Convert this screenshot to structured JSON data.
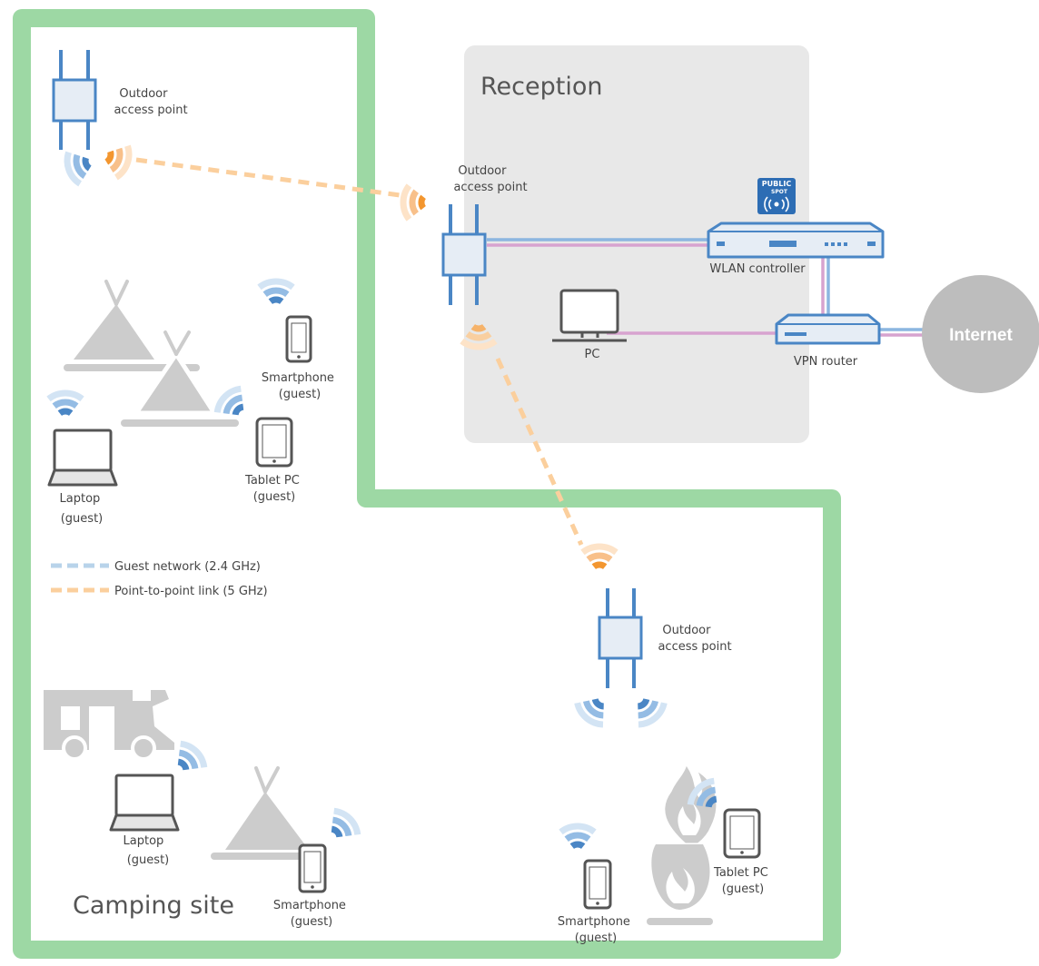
{
  "areas": {
    "camping_site": "Camping site",
    "reception": "Reception"
  },
  "internet": "Internet",
  "badge": {
    "top": "PUBLIC",
    "bottom": "SPOT"
  },
  "devices": {
    "ap_top_left": [
      "Outdoor",
      "access point"
    ],
    "ap_reception": [
      "Outdoor",
      "access point"
    ],
    "ap_bottom": [
      "Outdoor",
      "access point"
    ],
    "wlan_controller": "WLAN controller",
    "vpn_router": "VPN router",
    "pc": "PC",
    "smartphone_1": [
      "Smartphone",
      "(guest)"
    ],
    "tablet_1": [
      "Tablet PC",
      "(guest)"
    ],
    "laptop_1": [
      "Laptop",
      "(guest)"
    ],
    "laptop_2": [
      "Laptop",
      "(guest)"
    ],
    "smartphone_2": [
      "Smartphone",
      "(guest)"
    ],
    "smartphone_3": [
      "Smartphone",
      "(guest)"
    ],
    "tablet_2": [
      "Tablet PC",
      "(guest)"
    ]
  },
  "legend": [
    {
      "label": "Guest network (2.4 GHz)",
      "color": "#b8d3ea"
    },
    {
      "label": "Point-to-point link (5 GHz)",
      "color": "#fbcf9d"
    }
  ],
  "colors": {
    "site_border": "#9dd8a4",
    "reception_bg": "#e8e8e8",
    "device_blue": "#4a86c5",
    "device_fill": "#e6edf5",
    "link_blue": "#8cb6e0",
    "link_pink": "#d7a3cf",
    "wifi_orange": "#f3962f",
    "wifi_blue": "#4a86c5",
    "gray_icon": "#cccccc",
    "internet_gray": "#bdbdbd"
  }
}
